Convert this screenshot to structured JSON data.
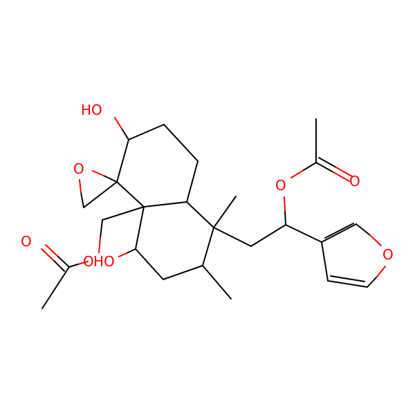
{
  "diagram": {
    "type": "skeletal-formula",
    "atom_color": "#ff0000",
    "bond_color": "#000000",
    "labels": {
      "oh_top": "HO",
      "epoxide_o": "O",
      "oh_bottom": "HO",
      "ester_o_left": "O",
      "carbonyl_o_left": "O",
      "ester_o_right": "O",
      "carbonyl_o_right": "O",
      "furan_o": "O"
    }
  }
}
